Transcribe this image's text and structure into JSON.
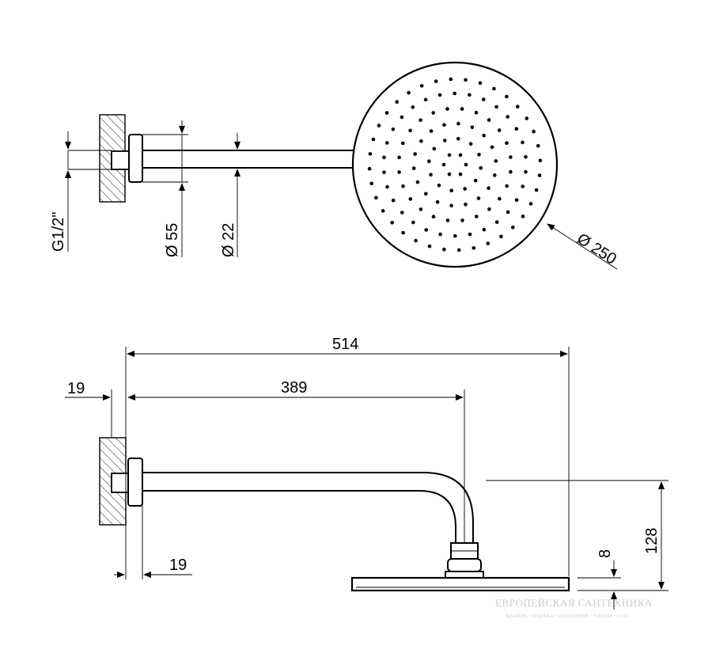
{
  "top_view": {
    "thread_label": "G1/2\"",
    "flange_diameter_label": "Ø 55",
    "arm_diameter_label": "Ø 22",
    "head_diameter_label": "Ø 250"
  },
  "side_view": {
    "total_length_label": "514",
    "arm_length_label": "389",
    "wall_flange_label": "19",
    "flange_depth_label": "19",
    "total_height_label": "128",
    "head_thickness_label": "8"
  },
  "watermark": {
    "brand": "ЕВРОПЕЙСКАЯ САНТЕХНИКА",
    "tagline": "КАМЕНЬ • ПЛИТКА • ОТОПЛЕНИЕ • САУНЫ • СПА"
  }
}
